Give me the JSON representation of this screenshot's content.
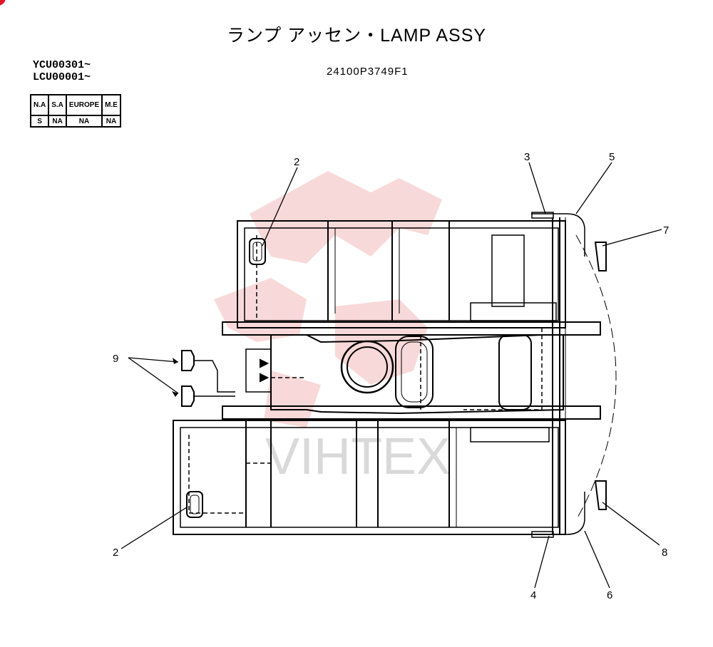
{
  "header": {
    "title": "ランプ アッセン・LAMP ASSY",
    "serials": [
      "YCU00301~",
      "LCU00001~"
    ],
    "part_number": "24100P3749F1"
  },
  "market_table": {
    "headers": [
      "N.A",
      "S.A",
      "EUROPE",
      "M.E"
    ],
    "values": [
      "S",
      "NA",
      "NA",
      "NA"
    ]
  },
  "callouts": {
    "c2_top": "2",
    "c3": "3",
    "c5": "5",
    "c7": "7",
    "c9": "9",
    "c2_bottom": "2",
    "c4": "4",
    "c6": "6",
    "c8": "8"
  },
  "watermark": {
    "text": "VIHTEX",
    "color": "#f3b9b9"
  }
}
